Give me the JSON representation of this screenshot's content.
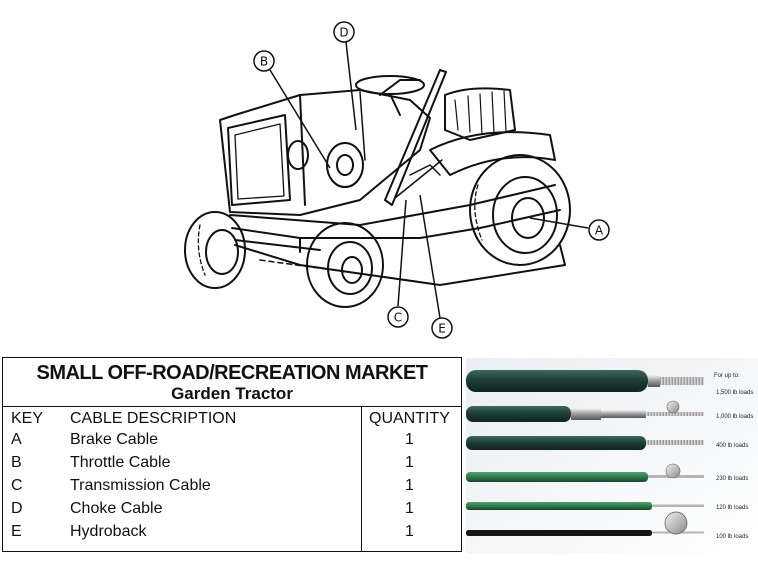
{
  "diagram": {
    "callouts": [
      "A",
      "B",
      "C",
      "D",
      "E"
    ]
  },
  "table": {
    "title": "SMALL OFF-ROAD/RECREATION MARKET",
    "subtitle": "Garden Tractor",
    "headers": {
      "key": "KEY",
      "description": "CABLE DESCRIPTION",
      "quantity": "QUANTITY"
    },
    "rows": [
      {
        "key": "A",
        "description": "Brake Cable",
        "quantity": "1"
      },
      {
        "key": "B",
        "description": "Throttle Cable",
        "quantity": "1"
      },
      {
        "key": "C",
        "description": "Transmission Cable",
        "quantity": "1"
      },
      {
        "key": "D",
        "description": "Choke Cable",
        "quantity": "1"
      },
      {
        "key": "E",
        "description": "Hydroback",
        "quantity": "1"
      }
    ]
  },
  "photo": {
    "header": "For up to:",
    "loads": [
      "1,500 lb loads",
      "1,000 lb loads",
      "400 lb loads",
      "230 lb loads",
      "120 lb loads",
      "100 lb loads"
    ],
    "colors": {
      "cable_dark": "#1f3f36",
      "cable_green": "#2f7a4e",
      "cable_black": "#151515"
    }
  }
}
